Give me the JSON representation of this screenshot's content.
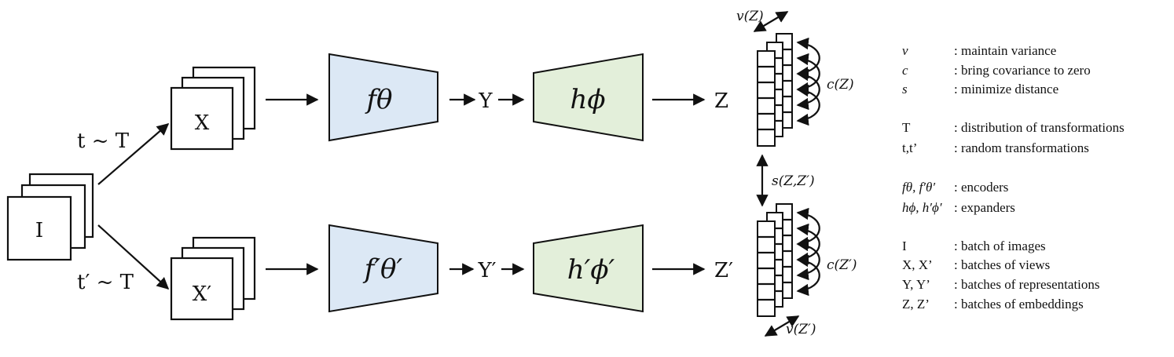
{
  "top": {
    "aug_label": "t ~ T",
    "view_label": "X",
    "rep_label": "Y",
    "emb_label": "Z",
    "encoder_label": "fθ",
    "expander_label": "hϕ",
    "var_label": "v(Z)",
    "cov_label": "c(Z)"
  },
  "bottom": {
    "aug_label": "t′ ~ T",
    "view_label": "X′",
    "rep_label": "Y′",
    "emb_label": "Z′",
    "encoder_label": "f′θ′",
    "expander_label": "h′ϕ′",
    "var_label": "v(Z′)",
    "cov_label": "c(Z′)"
  },
  "input_label": "I",
  "distance_label": "s(Z,Z′)",
  "legend": [
    {
      "key": "v",
      "italic": true,
      "desc": ": maintain  variance"
    },
    {
      "key": "c",
      "italic": true,
      "desc": ": bring covariance to zero"
    },
    {
      "key": "s",
      "italic": true,
      "desc": ": minimize  distance"
    },
    {
      "key": "T",
      "italic": false,
      "desc": ": distribution  of transformations"
    },
    {
      "key": "t,t’",
      "italic": false,
      "desc": ": random transformations"
    },
    {
      "key": "fθ, f′θ′",
      "italic": true,
      "desc": ": encoders"
    },
    {
      "key": "hϕ, h′ϕ′",
      "italic": true,
      "desc": ": expanders"
    },
    {
      "key": "I",
      "italic": false,
      "desc": ": batch of images"
    },
    {
      "key": "X, X’",
      "italic": false,
      "desc": ": batches  of views"
    },
    {
      "key": "Y, Y’",
      "italic": false,
      "desc": ": batches  of representations"
    },
    {
      "key": "Z, Z’",
      "italic": false,
      "desc": ": batches  of embeddings"
    }
  ]
}
